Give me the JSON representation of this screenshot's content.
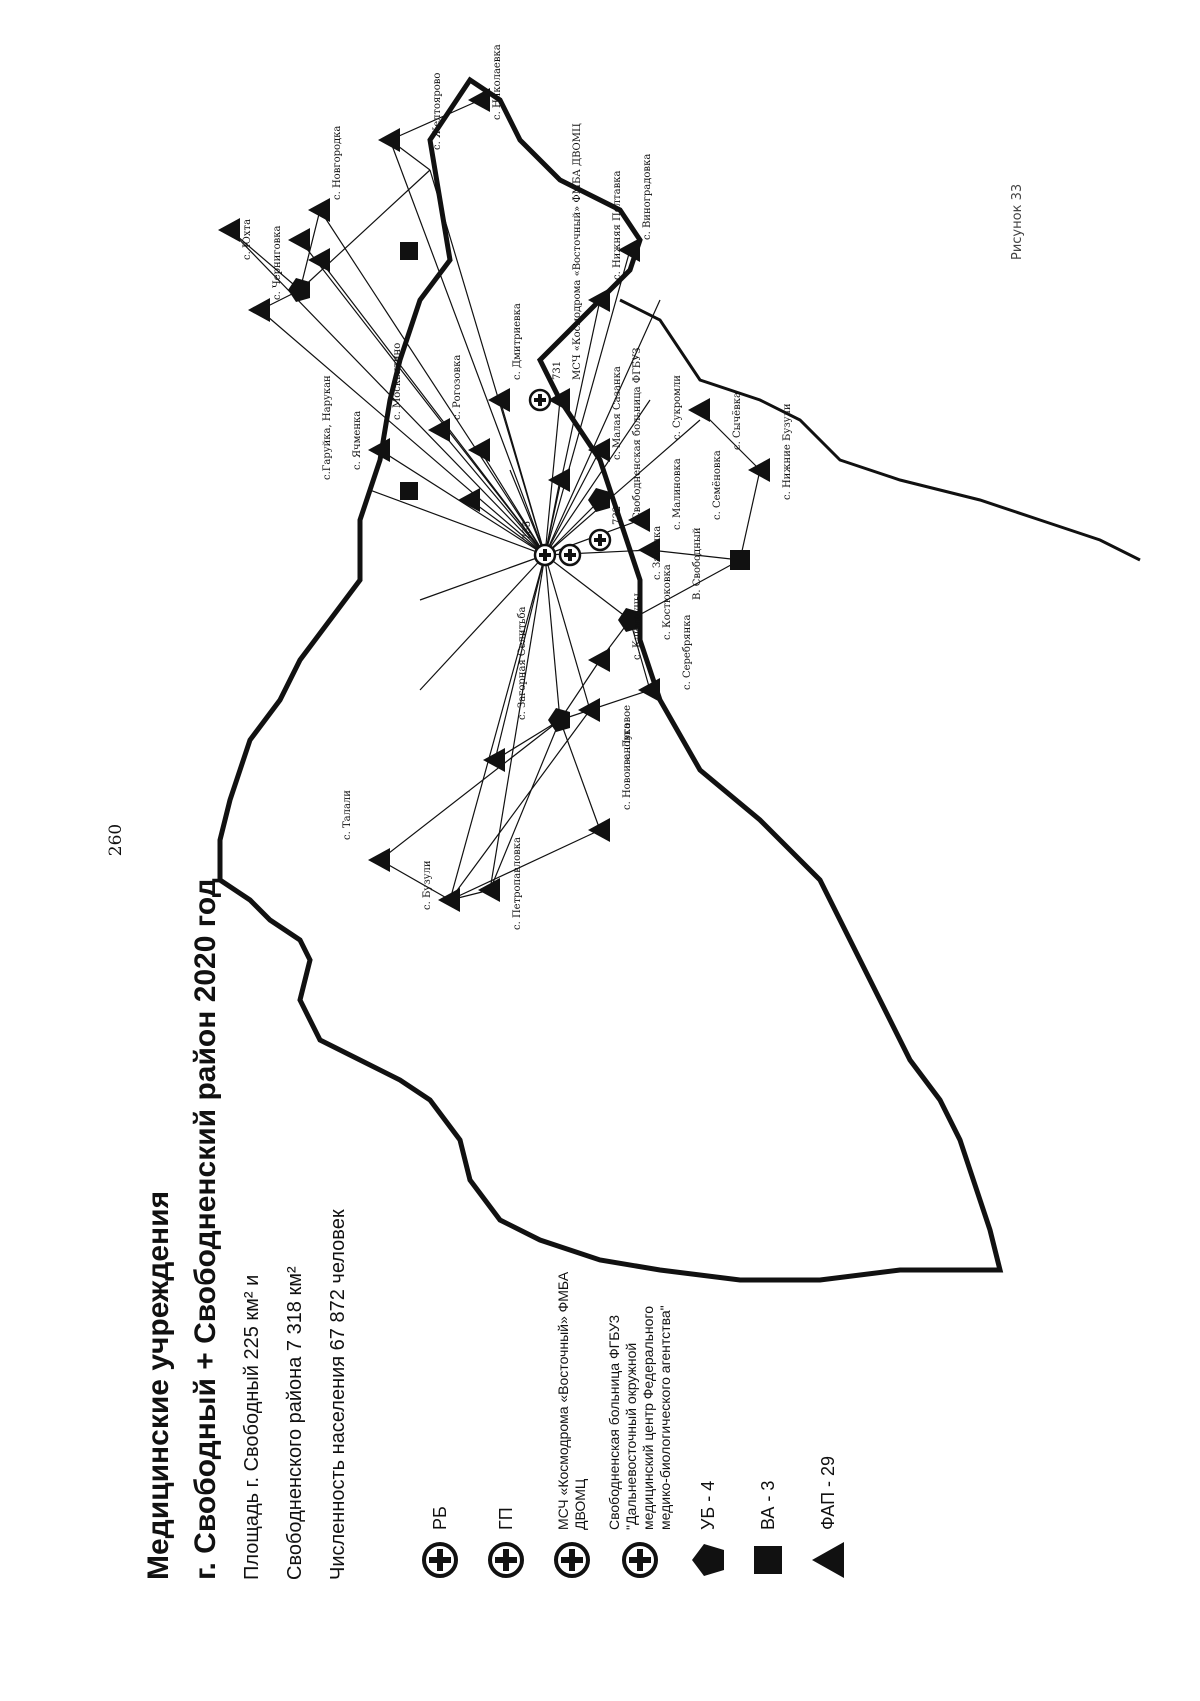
{
  "page_number": "260",
  "title_line1": "Медицинские учреждения",
  "title_line2": "г. Свободный + Свободненский район 2020 год",
  "area_line1": "Площадь г. Свободный 225 км² и",
  "area_line2": "Свободненского района 7 318 км²",
  "population": "Численность населения 67 872 человек",
  "legend": {
    "rb": "РБ",
    "gp": "ГП",
    "msch_line1": "МСЧ «Космодрома «Восточный» ФМБА",
    "msch_line2": "ДВОМЦ",
    "hosp_line1": "Свободненская больница ФГБУЗ",
    "hosp_line2": "\"Дальневосточный окружной",
    "hosp_line3": "медицинский центр Федерального",
    "hosp_line4": "медико-биологического агентства\"",
    "ub": "УБ - 4",
    "va": "ВА - 3",
    "fap": "ФАП - 29"
  },
  "caption": "Рисунок 33",
  "places": {
    "p1": "с. Бузули",
    "p2": "с. Петропавловка",
    "p3": "с. Загорная Селитьба",
    "p4": "с. Луговое",
    "p5": "с. Серебрянка",
    "p6": "с. Новоивановка",
    "p7": "с. Талали",
    "p8": "с. Климоуцы",
    "p9": "с. Малиновка",
    "p10": "с. Семёновка",
    "p11": "с. Сычёвка",
    "p12": "с. Нижние Бузули",
    "p13": "с. Костюковка",
    "p14": "с. Заганка",
    "p15": "с. Сукромли",
    "p16": "с. Москвитино",
    "p17": "с. Ячменка",
    "p18": "с. Черниговка",
    "p19": "с. Юхта",
    "p20": "с. Новгородка",
    "p21": "с. Желтоярово",
    "p22": "с. Николаевка",
    "p23": "с. Нижняя Полтавка",
    "p24": "с. Виноградовка",
    "p25": "с. Малая Сазанка",
    "p26": "с.Гаруйка, Нарукан",
    "p27": "с. Рогозовка",
    "p28": "с. Дмитриевка"
  },
  "map_labels": {
    "m731": "731",
    "msch_label": "МСЧ «Космодрома «Восточный» ФМБА ДВОМЦ",
    "m735": "735",
    "m732": "732",
    "hosp_label": "Свободненская больница ФГБУЗ",
    "svob_label": "В. Свободный"
  }
}
